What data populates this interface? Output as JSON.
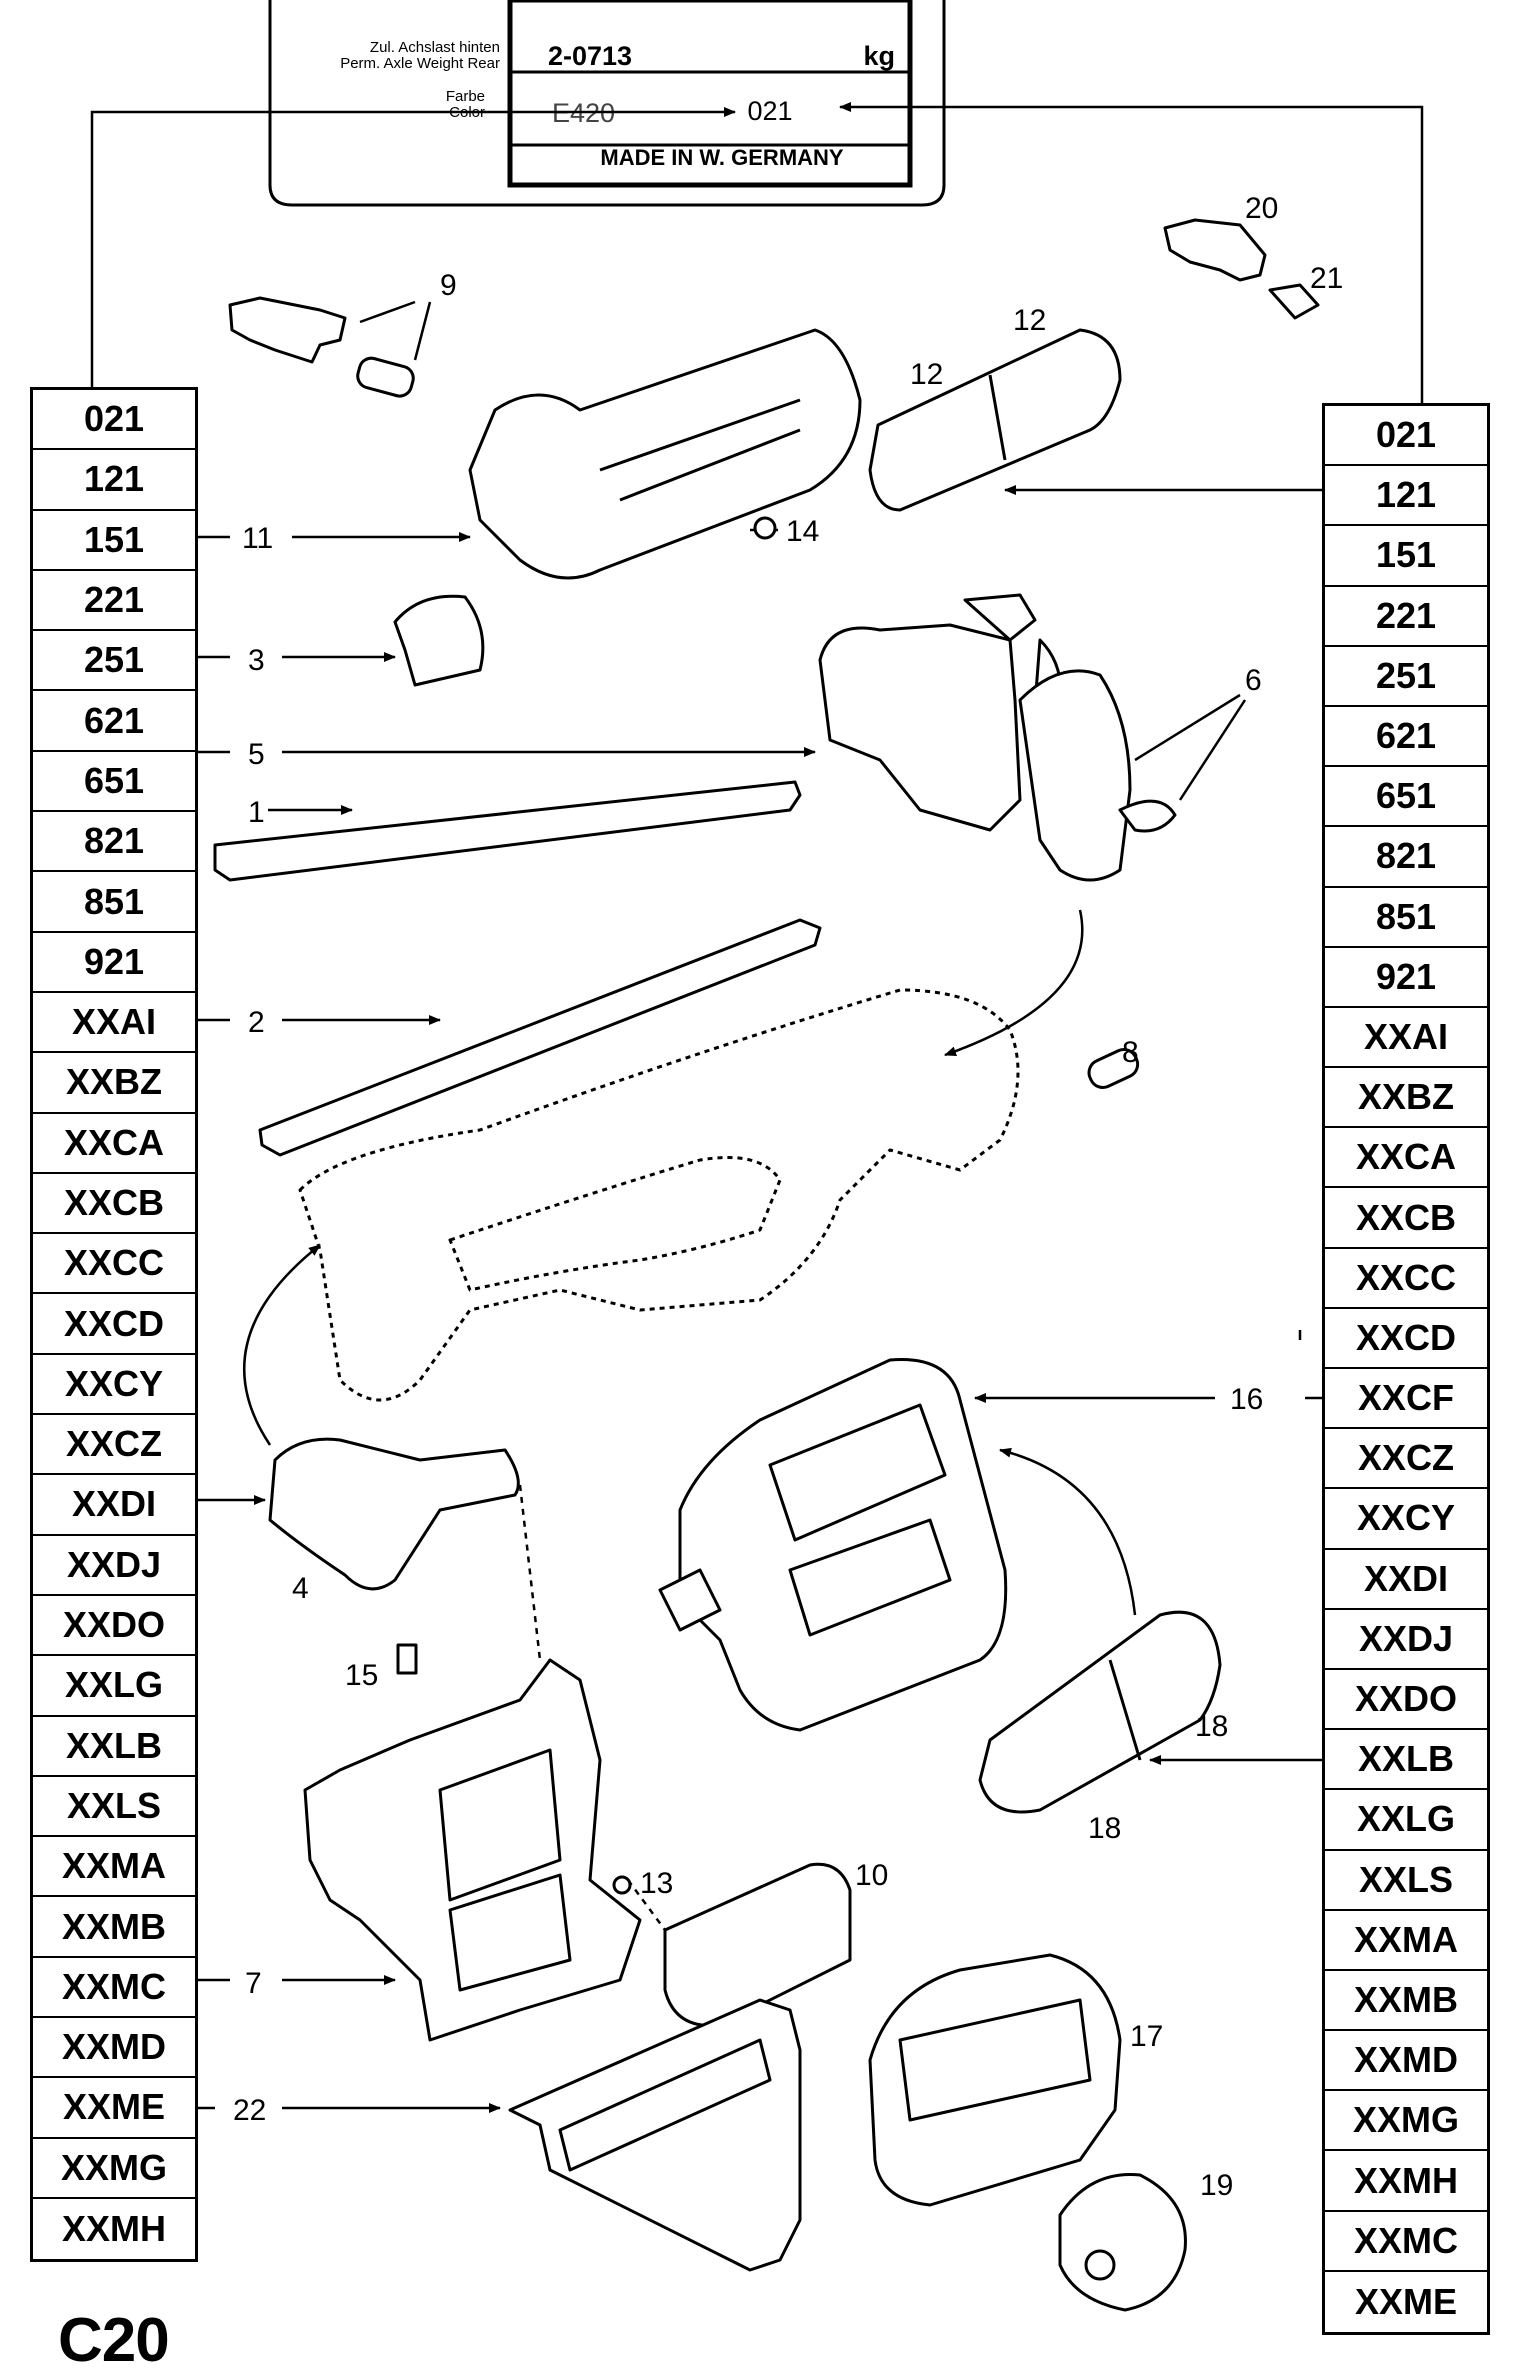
{
  "plate": {
    "axle_label_de": "Zul. Achslast hinten",
    "axle_label_en": "Perm. Axle Weight Rear",
    "axle_value": "2-0713",
    "axle_unit": "kg",
    "color_label_de": "Farbe",
    "color_label_en": "Color",
    "color_value_struck": "E420",
    "color_code": "021",
    "made_in": "MADE IN W. GERMANY"
  },
  "left_codes": [
    "021",
    "121",
    "151",
    "221",
    "251",
    "621",
    "651",
    "821",
    "851",
    "921",
    "XXAI",
    "XXBZ",
    "XXCA",
    "XXCB",
    "XXCC",
    "XXCD",
    "XXCY",
    "XXCZ",
    "XXDI",
    "XXDJ",
    "XXDO",
    "XXLG",
    "XXLB",
    "XXLS",
    "XXMA",
    "XXMB",
    "XXMC",
    "XXMD",
    "XXME",
    "XXMG",
    "XXMH"
  ],
  "right_codes": [
    "021",
    "121",
    "151",
    "221",
    "251",
    "621",
    "651",
    "821",
    "851",
    "921",
    "XXAI",
    "XXBZ",
    "XXCA",
    "XXCB",
    "XXCC",
    "XXCD",
    "XXCF",
    "XXCZ",
    "XXCY",
    "XXDI",
    "XXDJ",
    "XXDO",
    "XXLB",
    "XXLG",
    "XXLS",
    "XXMA",
    "XXMB",
    "XXMD",
    "XXMG",
    "XXMH",
    "XXMC",
    "XXME"
  ],
  "callouts": {
    "c1": "1",
    "c2": "2",
    "c3": "3",
    "c4": "4",
    "c5": "5",
    "c6": "6",
    "c7": "7",
    "c8": "8",
    "c9": "9",
    "c10": "10",
    "c11": "11",
    "c12a": "12",
    "c12b": "12",
    "c13": "13",
    "c14": "14",
    "c15": "15",
    "c16": "16",
    "c17": "17",
    "c18a": "18",
    "c18b": "18",
    "c19": "19",
    "c20": "20",
    "c21": "21",
    "c22": "22"
  },
  "page_id": "C20"
}
